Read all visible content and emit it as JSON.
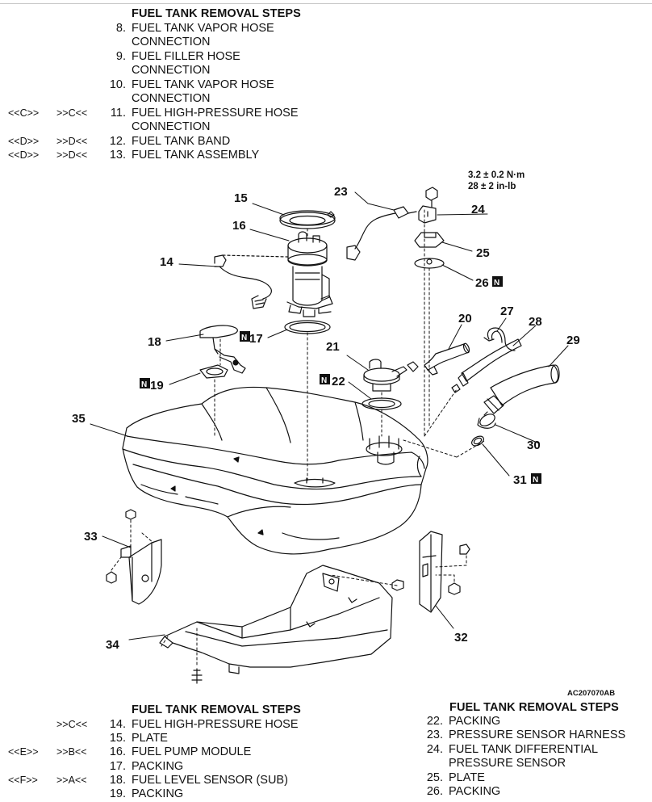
{
  "top_steps": {
    "title": "FUEL TANK REMOVAL STEPS",
    "items": [
      {
        "c1": "",
        "c2": "",
        "num": "8.",
        "line1": "FUEL TANK VAPOR HOSE",
        "line2": "CONNECTION"
      },
      {
        "c1": "",
        "c2": "",
        "num": "9.",
        "line1": "FUEL FILLER HOSE",
        "line2": "CONNECTION"
      },
      {
        "c1": "",
        "c2": "",
        "num": "10.",
        "line1": "FUEL TANK VAPOR HOSE",
        "line2": "CONNECTION"
      },
      {
        "c1": "<<C>>",
        "c2": ">>C<<",
        "num": "11.",
        "line1": "FUEL HIGH-PRESSURE HOSE",
        "line2": "CONNECTION"
      },
      {
        "c1": "<<D>>",
        "c2": ">>D<<",
        "num": "12.",
        "line1": "FUEL TANK BAND",
        "line2": ""
      },
      {
        "c1": "<<D>>",
        "c2": ">>D<<",
        "num": "13.",
        "line1": "FUEL TANK ASSEMBLY",
        "line2": ""
      }
    ]
  },
  "diagram": {
    "torque_line1": "3.2 ± 0.2 N·m",
    "torque_line2": "28 ± 2 in-lb",
    "badge_letter": "N",
    "labels": [
      "14",
      "15",
      "16",
      "17",
      "18",
      "19",
      "20",
      "21",
      "22",
      "23",
      "24",
      "25",
      "26",
      "27",
      "28",
      "29",
      "30",
      "31",
      "32",
      "33",
      "34",
      "35"
    ],
    "figure_code": "AC207070AB"
  },
  "bottom_left_steps": {
    "title": "FUEL TANK REMOVAL STEPS",
    "items": [
      {
        "c1": "",
        "c2": ">>C<<",
        "num": "14.",
        "name": "FUEL HIGH-PRESSURE HOSE"
      },
      {
        "c1": "",
        "c2": "",
        "num": "15.",
        "name": "PLATE"
      },
      {
        "c1": "<<E>>",
        "c2": ">>B<<",
        "num": "16.",
        "name": "FUEL PUMP MODULE"
      },
      {
        "c1": "",
        "c2": "",
        "num": "17.",
        "name": "PACKING"
      },
      {
        "c1": "<<F>>",
        "c2": ">>A<<",
        "num": "18.",
        "name": "FUEL LEVEL SENSOR (SUB)"
      },
      {
        "c1": "",
        "c2": "",
        "num": "19.",
        "name": "PACKING"
      }
    ]
  },
  "bottom_right_steps": {
    "title": "FUEL TANK REMOVAL STEPS",
    "items": [
      {
        "num": "22.",
        "line1": "PACKING",
        "line2": ""
      },
      {
        "num": "23.",
        "line1": "PRESSURE SENSOR HARNESS",
        "line2": ""
      },
      {
        "num": "24.",
        "line1": "FUEL TANK DIFFERENTIAL",
        "line2": "PRESSURE SENSOR"
      },
      {
        "num": "25.",
        "line1": "PLATE",
        "line2": ""
      },
      {
        "num": "26.",
        "line1": "PACKING",
        "line2": ""
      }
    ]
  }
}
